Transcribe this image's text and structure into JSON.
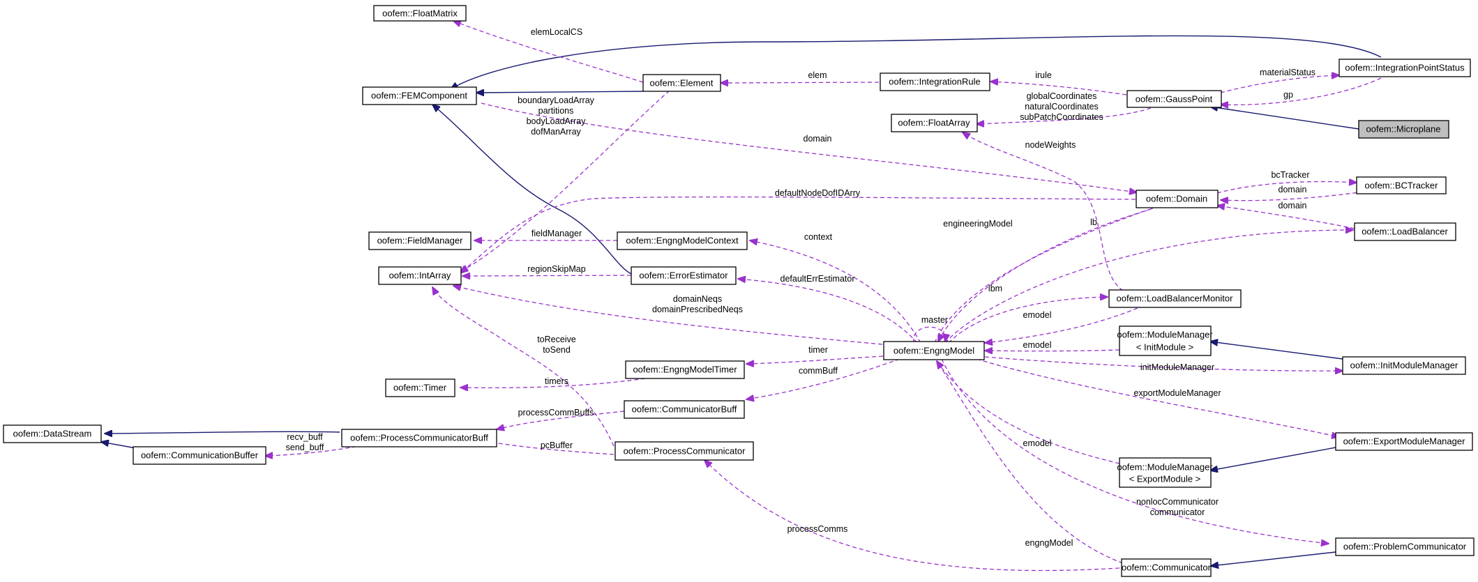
{
  "nodes": {
    "floatmatrix": "oofem::FloatMatrix",
    "femcomponent": "oofem::FEMComponent",
    "element": "oofem::Element",
    "integrationrule": "oofem::IntegrationRule",
    "gausspoint": "oofem::GaussPoint",
    "integrationpointstatus": "oofem::IntegrationPointStatus",
    "microplane": "oofem::Microplane",
    "floatarray": "oofem::FloatArray",
    "domain": "oofem::Domain",
    "bctracker": "oofem::BCTracker",
    "loadbalancer": "oofem::LoadBalancer",
    "fieldmanager": "oofem::FieldManager",
    "engngmodelcontext": "oofem::EngngModelContext",
    "intarray": "oofem::IntArray",
    "errorestimator": "oofem::ErrorEstimator",
    "loadbalancermonitor": "oofem::LoadBalancerMonitor",
    "engngmodel": "oofem::EngngModel",
    "modulemanager_init_1": "oofem::ModuleManager",
    "modulemanager_init_2": "< InitModule >",
    "initmodulemanager": "oofem::InitModuleManager",
    "engngmodeltimer": "oofem::EngngModelTimer",
    "timer": "oofem::Timer",
    "communicatorbuff": "oofem::CommunicatorBuff",
    "datastream": "oofem::DataStream",
    "processcommunicatorbuff": "oofem::ProcessCommunicatorBuff",
    "communicationbuffer": "oofem::CommunicationBuffer",
    "processcommunicator": "oofem::ProcessCommunicator",
    "exportmodulemanager": "oofem::ExportModuleManager",
    "modulemanager_export_1": "oofem::ModuleManager",
    "modulemanager_export_2": "< ExportModule >",
    "problemcommunicator": "oofem::ProblemCommunicator",
    "communicator": "oofem::Communicator"
  },
  "edge_labels": {
    "elemLocalCS": "elemLocalCS",
    "elem": "elem",
    "irule": "irule",
    "materialStatus": "materialStatus",
    "gp": "gp",
    "boundaryLoadArray": "boundaryLoadArray",
    "partitions": "partitions",
    "bodyLoadArray": "bodyLoadArray",
    "dofManArray": "dofManArray",
    "globalCoordinates": "globalCoordinates",
    "naturalCoordinates": "naturalCoordinates",
    "subPatchCoordinates": "subPatchCoordinates",
    "domain_fem": "domain",
    "nodeWeights": "nodeWeights",
    "bcTracker": "bcTracker",
    "domain_bc": "domain",
    "domain_lb": "domain",
    "defaultNodeDofIDArry": "defaultNodeDofIDArry",
    "fieldManager": "fieldManager",
    "context": "context",
    "engineeringModel": "engineeringModel",
    "lb": "lb",
    "regionSkipMap": "regionSkipMap",
    "defaultErrEstimator": "defaultErrEstimator",
    "lbm": "lbm",
    "domainNeqs": "domainNeqs",
    "domainPrescribedNeqs": "domainPrescribedNeqs",
    "master": "master",
    "emodel_lbm": "emodel",
    "toReceive": "toReceive",
    "toSend": "toSend",
    "emodel_mm": "emodel",
    "timer": "timer",
    "initModuleManager": "initModuleManager",
    "timers": "timers",
    "commBuff": "commBuff",
    "exportModuleManager": "exportModuleManager",
    "processCommBuffs": "processCommBuffs",
    "recv_buff": "recv_buff",
    "send_buff": "send_buff",
    "pcBuffer": "pcBuffer",
    "emodel_emm": "emodel",
    "nonlocCommunicator": "nonlocCommunicator",
    "communicator": "communicator",
    "processComms": "processComms",
    "engngModel": "engngModel"
  },
  "colors": {
    "inheritance": "#191970",
    "usage": "#9a32cd",
    "highlight_fill": "#bfbfbf"
  }
}
